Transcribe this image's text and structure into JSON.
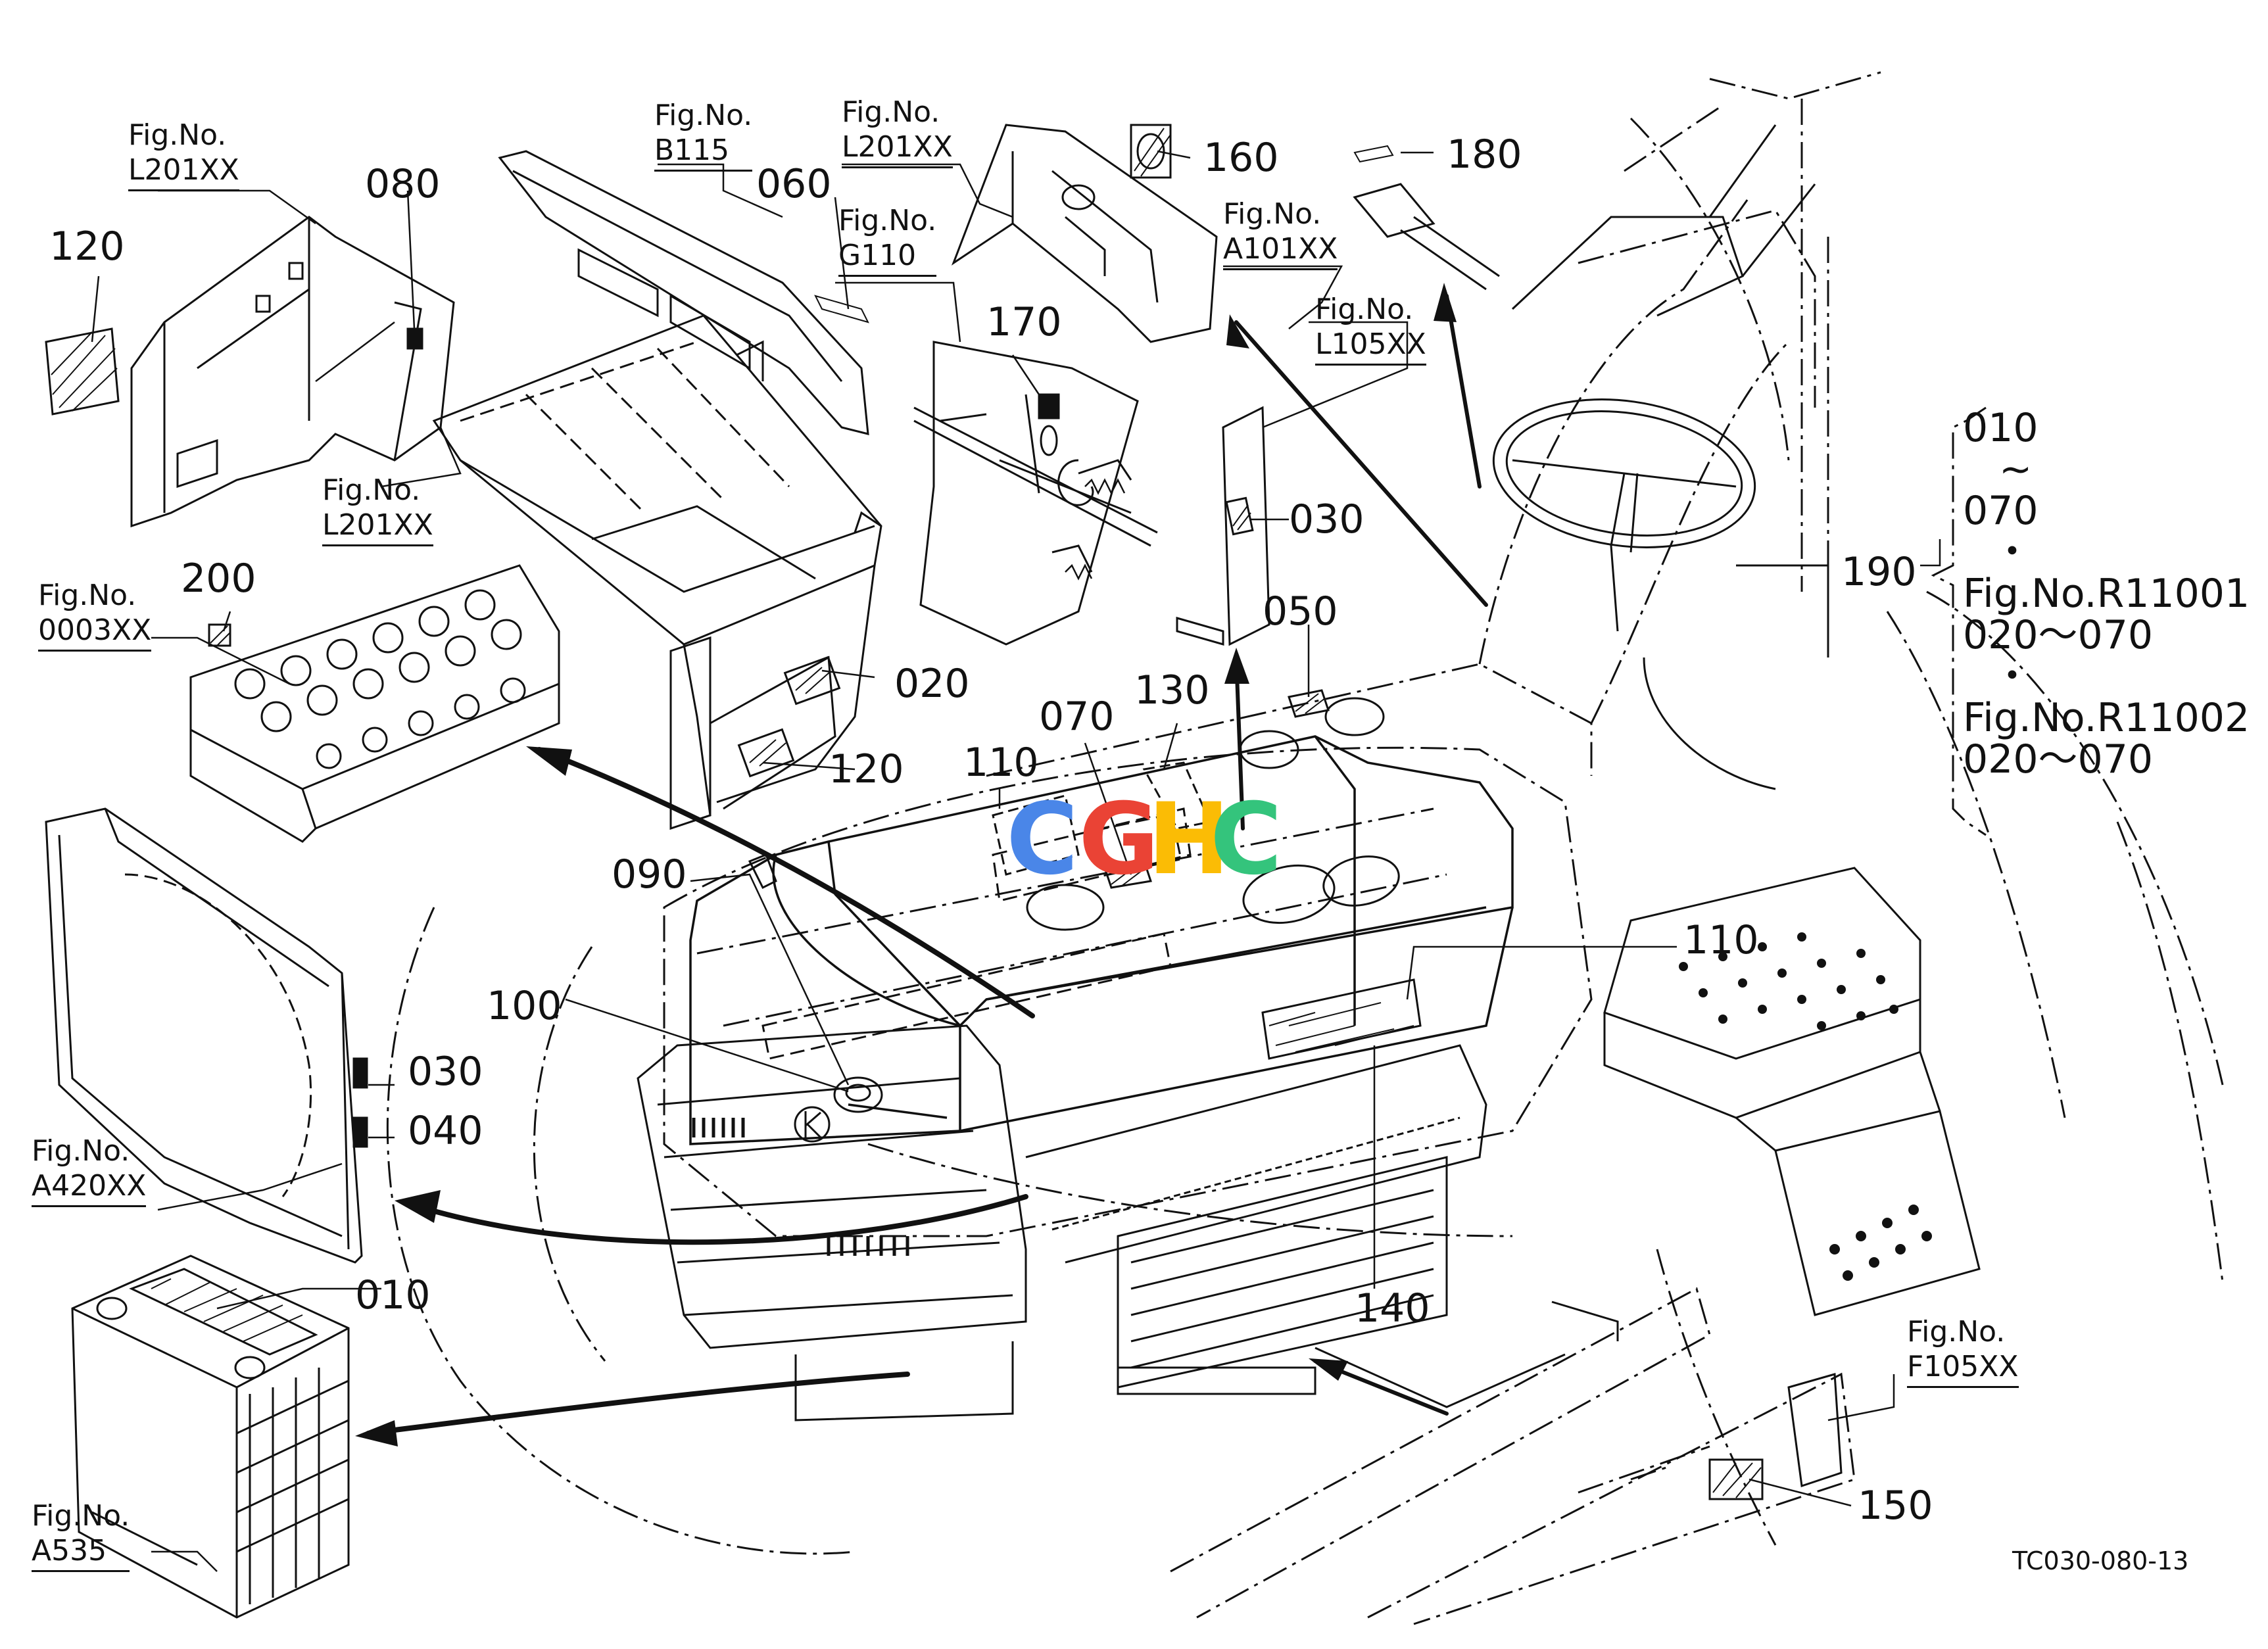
{
  "parts": {
    "p010_battery": "010",
    "p020": "020",
    "p030_a": "030",
    "p030_b": "030",
    "p040": "040",
    "p050": "050",
    "p060": "060",
    "p070": "070",
    "p080": "080",
    "p090": "090",
    "p100": "100",
    "p110_a": "110",
    "p110_b": "110",
    "p120_a": "120",
    "p120_b": "120",
    "p130": "130",
    "p140": "140",
    "p150": "150",
    "p160": "160",
    "p170": "170",
    "p180": "180",
    "p190": "190",
    "p200": "200"
  },
  "fig_refs": [
    {
      "prefix": "Fig.No.",
      "ref": "L201XX"
    },
    {
      "prefix": "Fig.No.",
      "ref": "B115"
    },
    {
      "prefix": "Fig.No.",
      "ref": "L201XX"
    },
    {
      "prefix": "Fig.No.",
      "ref": "G110"
    },
    {
      "prefix": "Fig.No.",
      "ref": "A101XX"
    },
    {
      "prefix": "Fig.No.",
      "ref": "L105XX"
    },
    {
      "prefix": "Fig.No.",
      "ref": "L201XX"
    },
    {
      "prefix": "Fig.No.",
      "ref": "0003XX"
    },
    {
      "prefix": "Fig.No.",
      "ref": "A420XX"
    },
    {
      "prefix": "Fig.No.",
      "ref": "A535"
    },
    {
      "prefix": "Fig.No.",
      "ref": "F105XX"
    }
  ],
  "legend_190": {
    "line1": "010",
    "line2": "~",
    "line3": "070",
    "line4": "・",
    "line5": "Fig.No.R11001",
    "line6": "020～070",
    "line7": "・",
    "line8": "Fig.No.R11002",
    "line9": "020～070"
  },
  "drawing_code": "TC030-080-13",
  "watermark": {
    "letters": [
      "C",
      "G",
      "H",
      "C"
    ],
    "colors": [
      "#4a86e8",
      "#ea4335",
      "#fbbc05",
      "#34c47c"
    ]
  }
}
